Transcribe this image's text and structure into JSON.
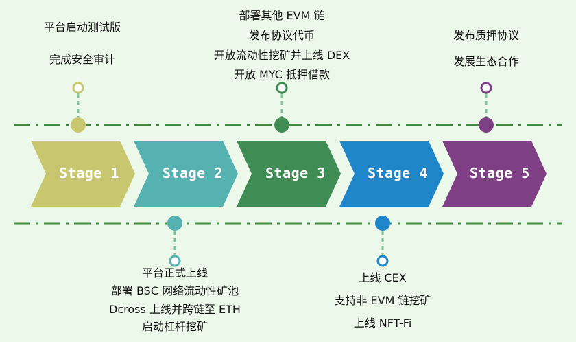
{
  "colors": {
    "background": "#ecf8e9",
    "timeline": "#3f8a3c",
    "connector": "#7cc79a",
    "stage1": "#c8c770",
    "stage2": "#56b2b0",
    "stage3": "#3f8c55",
    "stage4": "#1f86c9",
    "stage5": "#7e3f84"
  },
  "stages": [
    {
      "label": "Stage 1",
      "notes": [
        "平台启动测试版",
        "完成安全审计"
      ]
    },
    {
      "label": "Stage 2",
      "notes": [
        "平台正式上线",
        "部署 BSC 网络流动性矿池",
        "Dcross 上线并跨链至 ETH",
        "启动杠杆挖矿"
      ]
    },
    {
      "label": "Stage 3",
      "notes": [
        "部署其他 EVM 链",
        "发布协议代币",
        "开放流动性挖矿并上线 DEX",
        "开放 MYC 抵押借款"
      ]
    },
    {
      "label": "Stage 4",
      "notes": [
        "上线 CEX",
        "支持非 EVM 链挖矿",
        "上线 NFT-Fi"
      ]
    },
    {
      "label": "Stage 5",
      "notes": [
        "发布质押协议",
        "发展生态合作"
      ]
    }
  ]
}
